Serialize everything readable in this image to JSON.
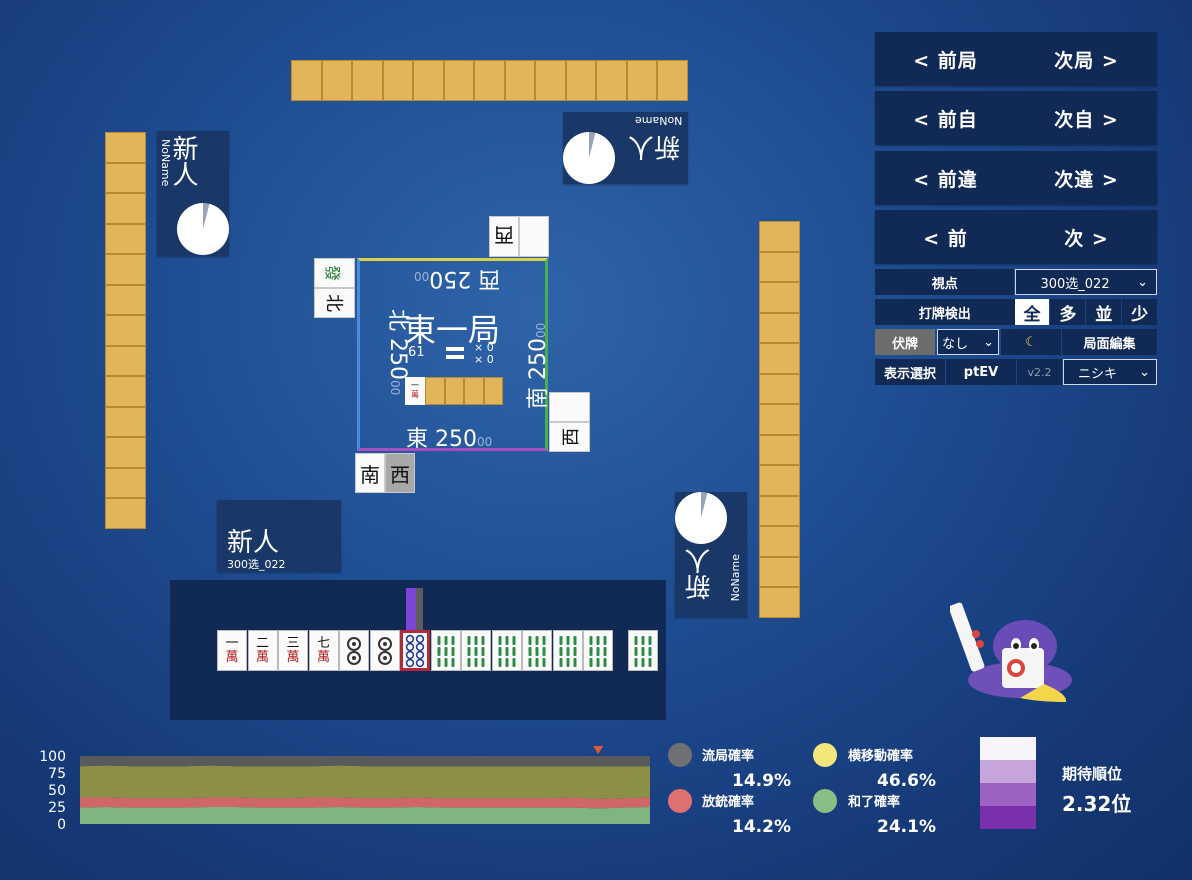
{
  "nav": {
    "prev_round": "< 前局",
    "next_round": "次局 >",
    "prev_self": "< 前自",
    "next_self": "次自 >",
    "prev_diff": "< 前違",
    "next_diff": "次違 >",
    "prev": "< 前",
    "next": "次 >"
  },
  "controls": {
    "viewpoint_label": "視点",
    "viewpoint_value": "300选_022",
    "discard_check_label": "打牌検出",
    "discard_options": [
      "全",
      "多",
      "並",
      "少"
    ],
    "hidden_label": "伏牌",
    "hidden_value": "なし",
    "theme_icon": "moon-icon",
    "edit_label": "局面編集",
    "display_label": "表示選択",
    "display_value": "ptEV",
    "version": "v2.2",
    "model_value": "ニシキ"
  },
  "players": {
    "left": {
      "name": "新人",
      "id": "NoName"
    },
    "top": {
      "name": "新人",
      "id": "NoName"
    },
    "right": {
      "name": "新人",
      "id": "NoName"
    },
    "self": {
      "name": "新人",
      "id": "300选_022"
    }
  },
  "center": {
    "round": "東一局",
    "wall_count": "61",
    "honba": "× 0",
    "riichi": "× 0",
    "scores": {
      "east": {
        "wind": "東",
        "main": "250",
        "sub": "00"
      },
      "south": {
        "wind": "南",
        "main": "250",
        "sub": "00"
      },
      "west": {
        "wind": "西",
        "main": "250",
        "sub": "00"
      },
      "north": {
        "wind": "北",
        "main": "250",
        "sub": "00"
      }
    },
    "dora_indicator": {
      "top": "一",
      "bottom": "萬"
    }
  },
  "discards": {
    "self": [
      "南",
      "西"
    ],
    "right": [
      "西"
    ],
    "top": [
      "西"
    ],
    "left": [
      "發",
      "北"
    ]
  },
  "hand": [
    {
      "top": "一",
      "bottom": "萬",
      "type": "man"
    },
    {
      "top": "二",
      "bottom": "萬",
      "type": "man"
    },
    {
      "top": "三",
      "bottom": "萬",
      "type": "man"
    },
    {
      "top": "七",
      "bottom": "萬",
      "type": "man"
    },
    {
      "top": "",
      "bottom": "",
      "type": "pin2"
    },
    {
      "top": "",
      "bottom": "",
      "type": "pin2"
    },
    {
      "top": "",
      "bottom": "",
      "type": "pin8"
    },
    {
      "top": "",
      "bottom": "",
      "type": "sou"
    },
    {
      "top": "",
      "bottom": "",
      "type": "sou"
    },
    {
      "top": "",
      "bottom": "",
      "type": "sou"
    },
    {
      "top": "",
      "bottom": "",
      "type": "sou"
    },
    {
      "top": "",
      "bottom": "",
      "type": "sou"
    },
    {
      "top": "",
      "bottom": "",
      "type": "sou"
    }
  ],
  "drawn_tile": {
    "type": "sou"
  },
  "stats": {
    "draw": {
      "label": "流局確率",
      "value": "14.9%",
      "color": "#6f6f74"
    },
    "move": {
      "label": "横移動確率",
      "value": "46.6%",
      "color": "#f3e77a"
    },
    "dealin": {
      "label": "放銃確率",
      "value": "14.2%",
      "color": "#e07070"
    },
    "win": {
      "label": "和了確率",
      "value": "24.1%",
      "color": "#86c084"
    }
  },
  "expected_rank": {
    "label": "期待順位",
    "value": "2.32位",
    "colors": [
      "#f7f4fb",
      "#c6a5db",
      "#9d62c2",
      "#7b2fab"
    ]
  },
  "chart_data": {
    "type": "area",
    "yticks": [
      "100",
      "75",
      "50",
      "25",
      "0"
    ],
    "ylim": [
      0,
      100
    ],
    "grid": false,
    "series": [
      {
        "values": [
          24,
          25,
          24,
          24,
          24,
          25,
          25,
          24,
          24,
          24,
          25,
          24,
          24,
          25,
          24,
          24,
          24,
          24,
          24,
          24,
          23,
          24,
          25
        ],
        "color": "#7fb57e"
      },
      {
        "values": [
          15,
          14,
          14,
          14,
          14,
          14,
          14,
          14,
          14,
          15,
          14,
          14,
          14,
          14,
          14,
          14,
          14,
          14,
          14,
          15,
          14,
          14,
          14
        ],
        "color": "#cf6767"
      },
      {
        "values": [
          46,
          47,
          47,
          47,
          47,
          47,
          46,
          47,
          47,
          46,
          47,
          47,
          47,
          46,
          47,
          47,
          47,
          47,
          47,
          46,
          48,
          47,
          46
        ],
        "color": "#8c8f46"
      },
      {
        "values": [
          15,
          14,
          15,
          15,
          15,
          14,
          15,
          15,
          15,
          15,
          14,
          15,
          15,
          15,
          15,
          15,
          15,
          15,
          15,
          15,
          15,
          15,
          15
        ],
        "color": "#585a5c"
      }
    ],
    "marker_index": 20
  }
}
